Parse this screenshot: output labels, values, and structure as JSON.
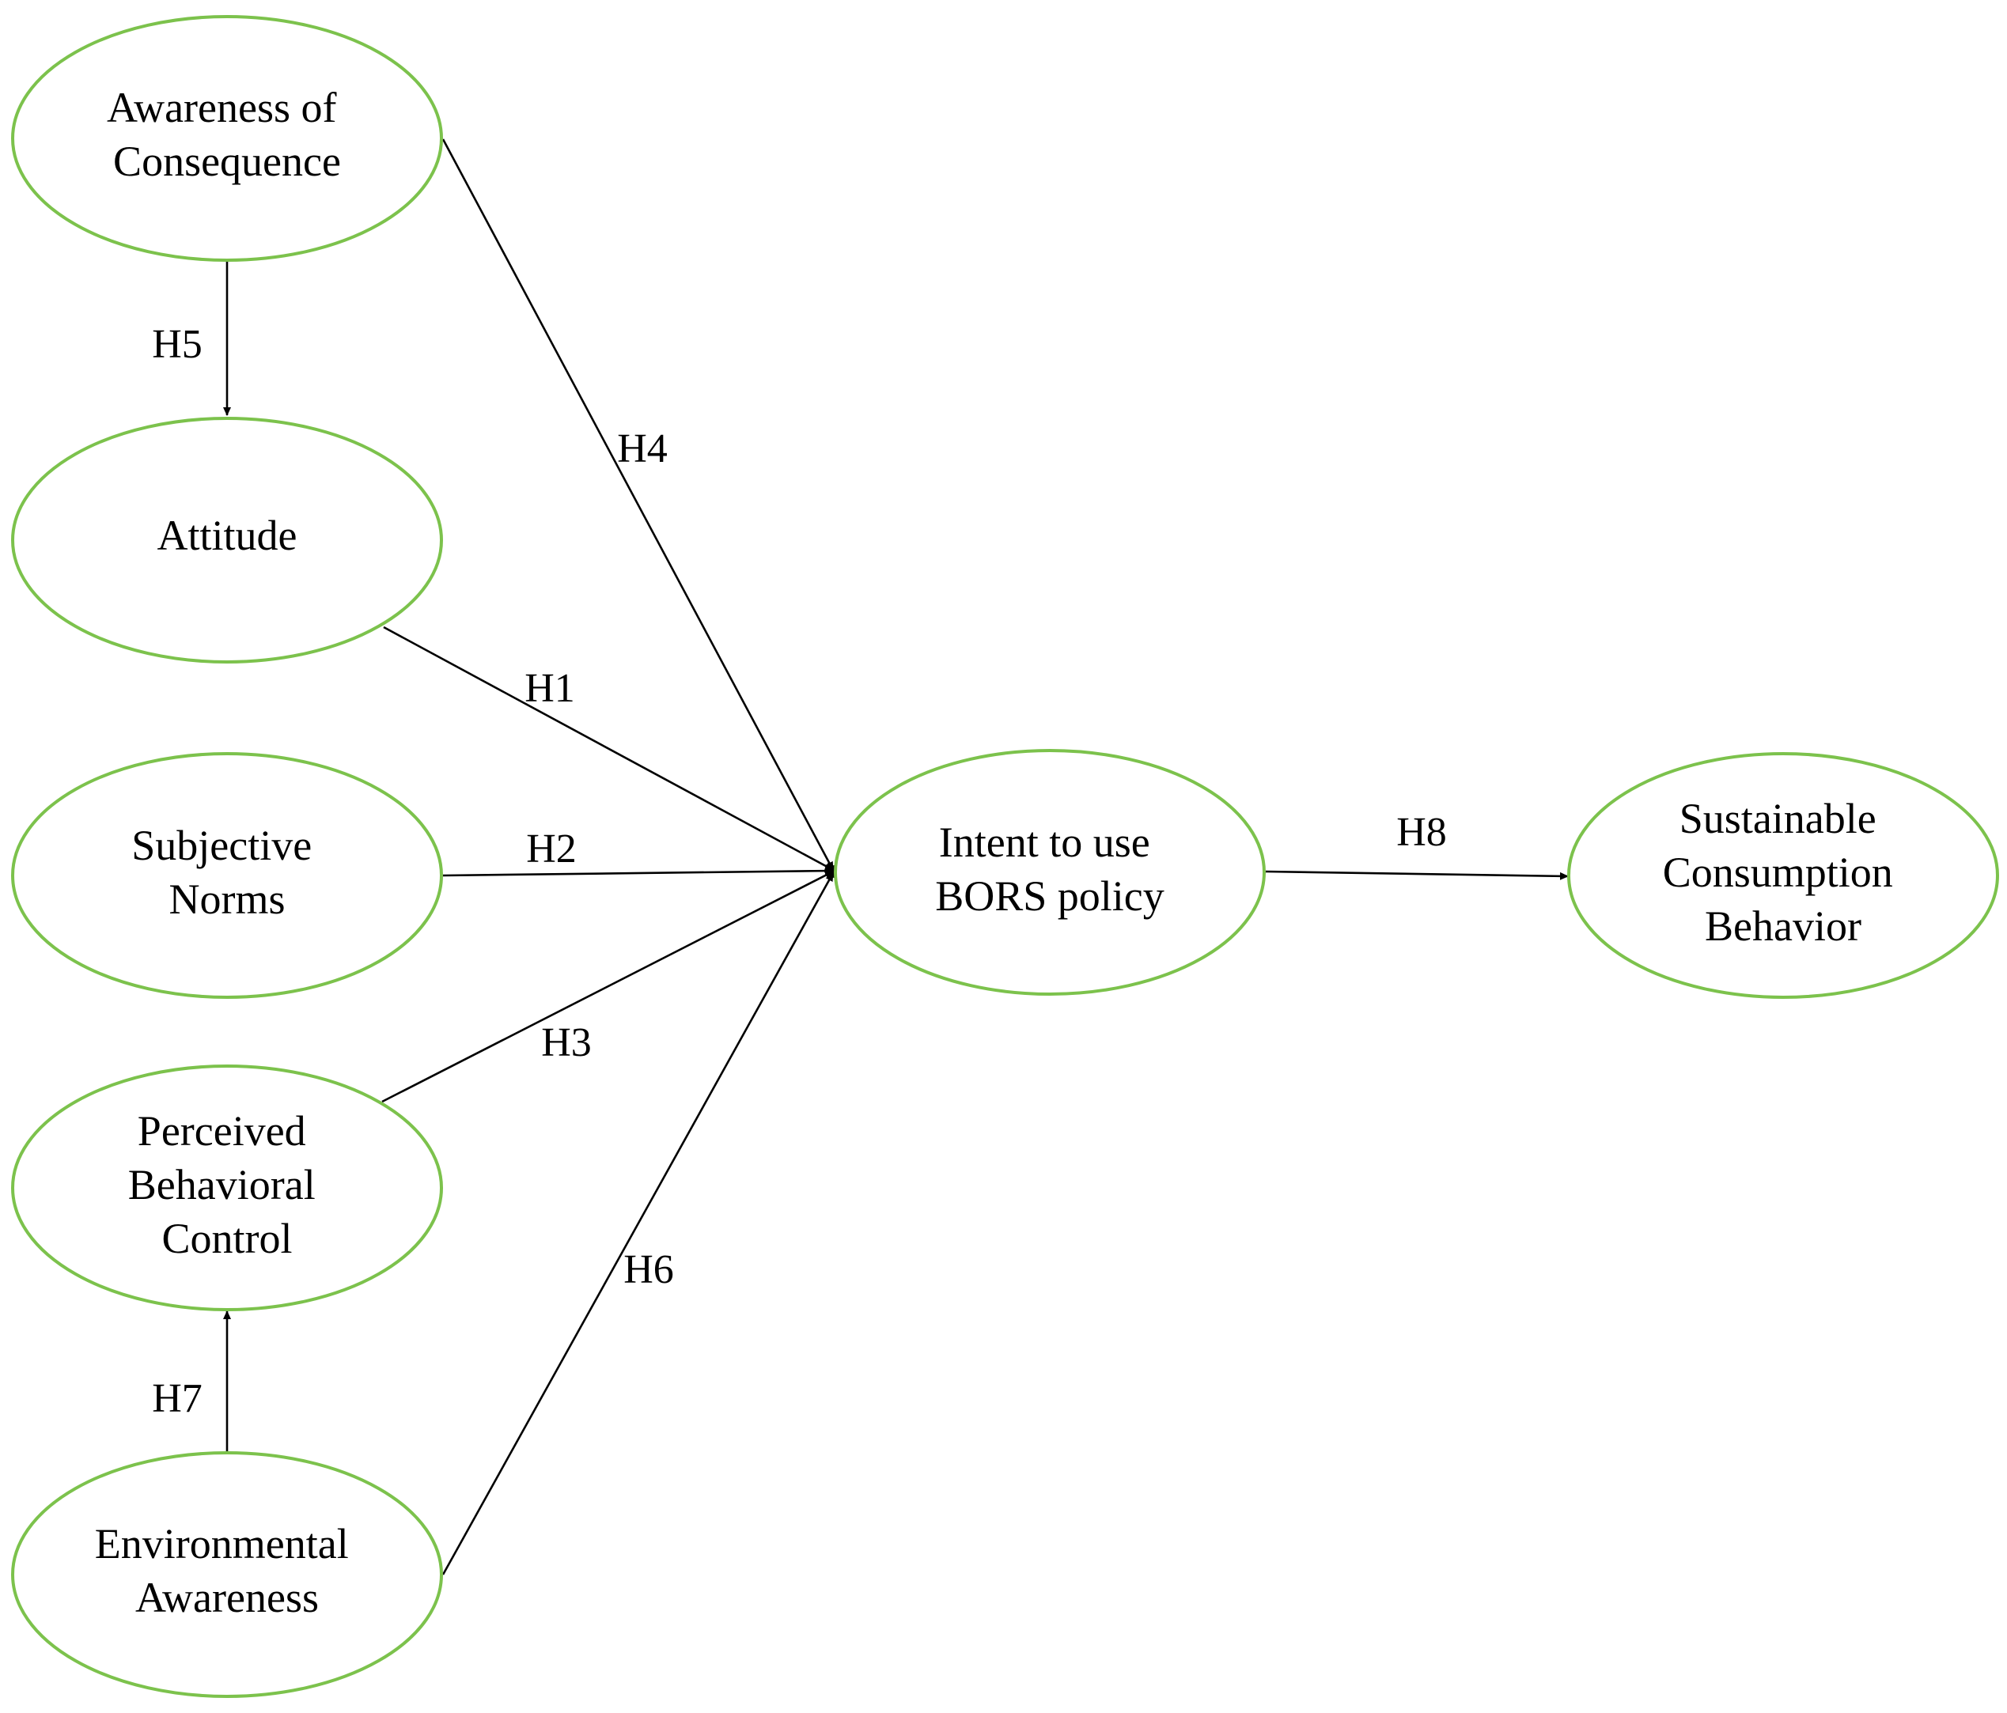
{
  "diagram": {
    "colors": {
      "node_border": "#7cc24c",
      "edge": "#000000",
      "text": "#000000",
      "background": "#ffffff"
    },
    "nodes": {
      "awareness_of_consequence": {
        "lines": [
          "Awareness of",
          "Consequence"
        ]
      },
      "attitude": {
        "lines": [
          "Attitude"
        ]
      },
      "subjective_norms": {
        "lines": [
          "Subjective",
          "Norms"
        ]
      },
      "perceived_behavioral_control": {
        "lines": [
          "Perceived",
          "Behavioral",
          "Control"
        ]
      },
      "environmental_awareness": {
        "lines": [
          "Environmental",
          "Awareness"
        ]
      },
      "intent_to_use": {
        "lines": [
          "Intent to use",
          "BORS policy"
        ]
      },
      "sustainable_consumption": {
        "lines": [
          "Sustainable",
          "Consumption",
          "Behavior"
        ]
      }
    },
    "edges": [
      {
        "label": "H1",
        "from": "attitude",
        "to": "intent_to_use"
      },
      {
        "label": "H2",
        "from": "subjective_norms",
        "to": "intent_to_use"
      },
      {
        "label": "H3",
        "from": "perceived_behavioral_control",
        "to": "intent_to_use"
      },
      {
        "label": "H4",
        "from": "awareness_of_consequence",
        "to": "intent_to_use"
      },
      {
        "label": "H5",
        "from": "awareness_of_consequence",
        "to": "attitude"
      },
      {
        "label": "H6",
        "from": "environmental_awareness",
        "to": "intent_to_use"
      },
      {
        "label": "H7",
        "from": "environmental_awareness",
        "to": "perceived_behavioral_control"
      },
      {
        "label": "H8",
        "from": "intent_to_use",
        "to": "sustainable_consumption"
      }
    ]
  }
}
